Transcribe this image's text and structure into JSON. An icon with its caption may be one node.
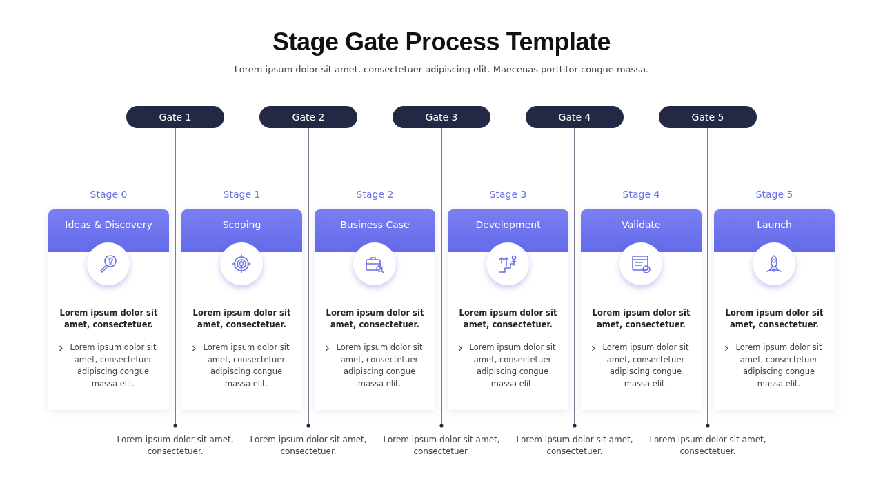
{
  "diagram": {
    "title": "Stage Gate Process Template",
    "nodes": [
      {
        "text": [
          "Gate 1"
        ]
      },
      {
        "text": [
          "Gate 2"
        ]
      },
      {
        "text": [
          "Gate 3"
        ]
      },
      {
        "text": [
          "Gate 4"
        ]
      },
      {
        "text": [
          "Gate 5"
        ]
      },
      {
        "text": [
          "Lorem ipsum dolor sit amet, consectetuer."
        ]
      },
      {
        "text": [
          "Lorem ipsum dolor sit amet, consectetuer."
        ]
      },
      {
        "text": [
          "Lorem ipsum dolor sit amet, consectetuer."
        ]
      },
      {
        "text": [
          "Lorem ipsum dolor sit amet, consectetuer."
        ]
      },
      {
        "text": [
          "Lorem ipsum dolor sit amet, consectetuer."
        ]
      },
      {
        "text": [
          "Ideas & Discovery",
          "Lorem ipsum dolor sit amet, consectetuer.",
          "Lorem ipsum dolor sit amet, consectetuer adipiscing congue massa elit."
        ],
        "beside": [
          "Stage 0"
        ]
      },
      {
        "text": [
          "Scoping",
          "Lorem ipsum dolor sit amet, consectetuer.",
          "Lorem ipsum dolor sit amet, consectetuer adipiscing congue massa elit."
        ],
        "beside": [
          "Stage 1"
        ]
      },
      {
        "text": [
          "Business Case",
          "Lorem ipsum dolor sit amet, consectetuer.",
          "Lorem ipsum dolor sit amet, consectetuer adipiscing congue massa elit."
        ],
        "beside": [
          "Stage 2"
        ]
      },
      {
        "text": [
          "Development",
          "Lorem ipsum dolor sit amet, consectetuer.",
          "Lorem ipsum dolor sit amet, consectetuer adipiscing congue massa elit."
        ],
        "beside": [
          "Stage 3"
        ]
      },
      {
        "text": [
          "Validate",
          "Lorem ipsum dolor sit amet, consectetuer.",
          "Lorem ipsum dolor sit amet, consectetuer adipiscing congue massa elit."
        ],
        "beside": [
          "Stage 4"
        ]
      },
      {
        "text": [
          "Launch",
          "Lorem ipsum dolor sit amet, consectetuer.",
          "Lorem ipsum dolor sit amet, consectetuer adipiscing congue massa elit."
        ],
        "beside": [
          "Stage 5"
        ]
      }
    ],
    "edges": [
      {
        "from": 0,
        "to": 5,
        "arrow": "other"
      },
      {
        "from": 1,
        "to": 6,
        "arrow": "other"
      },
      {
        "from": 2,
        "to": 7,
        "arrow": "other"
      },
      {
        "from": 3,
        "to": 8,
        "arrow": "other"
      },
      {
        "from": 4,
        "to": 9,
        "arrow": "other"
      }
    ],
    "labels": [
      "Lorem ipsum dolor sit amet, consectetuer adipiscing elit. Maecenas porttitor congue massa."
    ]
  }
}
